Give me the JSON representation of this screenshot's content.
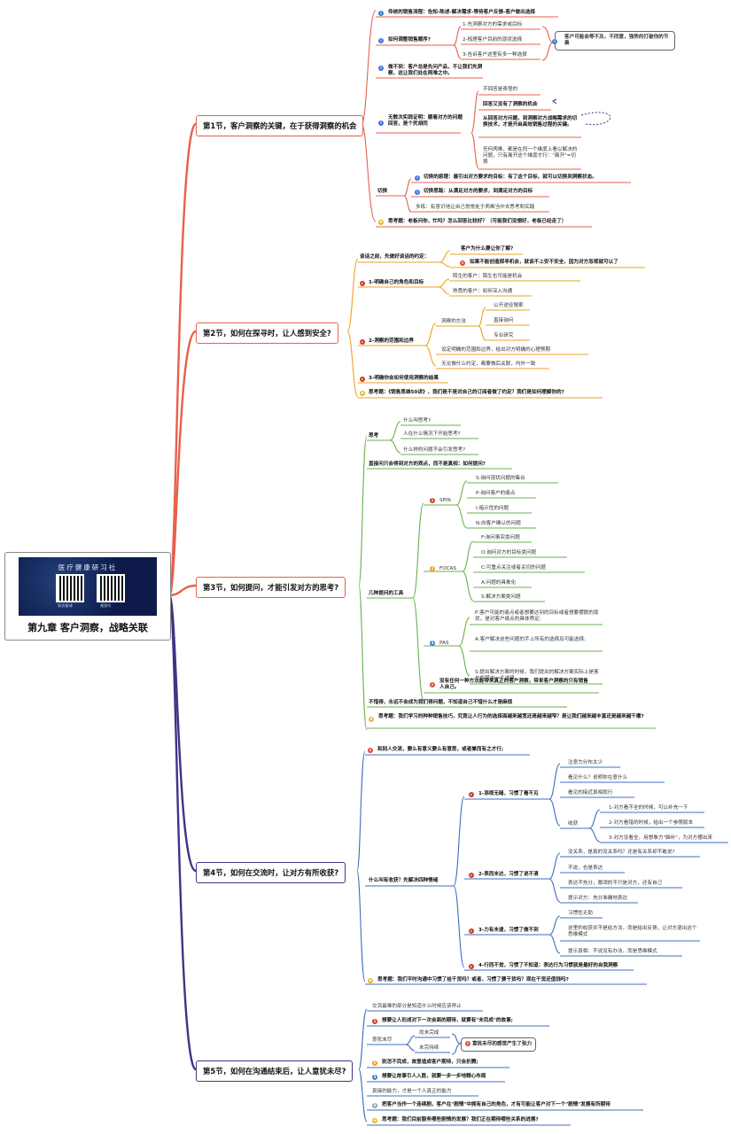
{
  "root": {
    "banner_title": "医疗健康研习社",
    "qr_left_caption": "知识星球",
    "qr_right_caption": "视频号",
    "title": "第九章 客户洞察，战略关联"
  },
  "colors": {
    "red_branch": "#e8604c",
    "blue_branch": "#3d3585",
    "underline_green": "#6ab04c",
    "underline_orange": "#f0a020",
    "underline_red": "#e8604c",
    "underline_blue": "#3d6cc4"
  },
  "s1": {
    "title": "第1节，客户洞察的关键，在于获得洞察的机会",
    "n1": "传统的销售流程：告知-陈述-解决需求-等待客户反馈-客户做出选择",
    "n2": "如何调整销售顺序?",
    "n2a": "1-先洞察对方的需求或目标",
    "n2b": "2-梳理客户目前的现状选择",
    "n2c": "3-告诉客户这里有多一种选择",
    "n2_callout": "客户可能会等不及，不同意，强势的打破你的节奏",
    "n3": "做不到：客户总是先问产品，不让我们先洞察，这让我们处在两难之中。",
    "n4": "无数次实践证明：顺着对方的问题回答，是个死胡同",
    "n4a": "不回答是奇怪的",
    "n4b": "回答又没有了洞察的机会",
    "n4c": "从回答对方问题，到洞察对方战略需求的切换技术，才是开启高效销售过程的关键。",
    "n4d": "任何两难，都是在同一个维度上看以解决的问题，只有离开这个维度才行：\"离开\"=切换",
    "n5": "切换",
    "n5a": "切换的原理：最引出对方要求的目标：有了这个目标，就可以切换到洞察状态。",
    "n5b": "切换思路：从满足对方的要求，到满足对方的目标",
    "n5c": "多练：有意识地让自己常常处于两难当中去思考和实践",
    "think": "思考题：老板问你，忙吗？怎么回答比较好？（可能我们没想好，老板已经走了）"
  },
  "s2": {
    "title": "第2节，如何在探寻时，让人感到安全?",
    "n1": "谈话之前，先做好谈话的约定：",
    "n1a": "客户为什么要让你了解?",
    "n1b": "如果不能创造探寻机会，就谈不上安不安全，因为对方忽视就可以了",
    "n2": "1-明确自己的角色和目标",
    "n2a": "陌生的客户：陌生也可能是机会",
    "n2b": "熟悉的客户：如何深入沟通",
    "n3": "2-洞察的范围和边界",
    "n3a": "洞察的方法",
    "n3a1": "公开途径搜索",
    "n3a2": "直接询问",
    "n3a3": "专业研究",
    "n3b": "设定明确的范围和边界，给出对方明确的心理预期",
    "n3c": "无论做什么约定，都要做后关联，内外一致",
    "n4": "3-明确你会如何使用洞察的结果",
    "think": "思考题：《销售思维50讲》，我们是不是对自己的订阅者做了约定？我们是如何理解你的?"
  },
  "s3": {
    "title": "第3节，如何提问，才能引发对方的思考?",
    "n1": "思考",
    "n1a": "什么叫思考?",
    "n1b": "人在什么情况下开始思考?",
    "n1c": "什么样的问题不会引发思考?",
    "n2": "直接问只会得到对方的观点，而不是真相：如何提问?",
    "n3": "几种提问的工具",
    "spin": "SPIN",
    "spin1": "S:询问现状问题的集合",
    "spin2": "P:询问客户的痛点",
    "spin3": "I:暗示性的问题",
    "spin4": "N:向客户确认的问题",
    "focas": "FOCAS",
    "focas1": "F:询问事实类问题",
    "focas2": "O:询问对方的目标类问题",
    "focas3": "C:可重点关注或者关切的问题",
    "focas4": "A:问题的具象化",
    "focas5": "S:解决方案类问题",
    "pas": "PAS",
    "pas1": "P:客户可能的痛点或者想要达到的目标或者想要摆脱的现状，是对客户痛点的具体界定;",
    "pas2": "A:客户解决这些问题的手上所有的选择及可能选择;",
    "pas3": "S:提出解决方案的时候，我们提出的解决方案实际上是客户的其中一个选择。",
    "n4": "没有任何一种方法能带来真正的客户洞察，带来客户洞察的只有销售人自己。",
    "n5": "不惜得，永远不会成为我们得问题，不知道自己不惜什么才是麻烦",
    "think": "思考题：我们学习的种种销售技巧，究竟让人行为的选择面越来越宽还是越来越窄？是让我们越来越丰富还是越来越干瘪?"
  },
  "s4": {
    "title": "第4节，如何在交流时，让对方有所收获?",
    "n0": "和别人交流，要么有意义要么有意思，或者兼而有之才行;",
    "n1": "什么叫有收获？先解决四种情绪",
    "g1": "1-添视无睹，习惯了看不见",
    "g1a": "注意力分布太少",
    "g1b": "看见什么？说明你在意什么",
    "g1c": "看见的接近真相就行",
    "g1d": "收获",
    "g1d1": "1-对方看不全的时候，可以补充一下",
    "g1d2": "2-对方看错的时候，给出一个参照版本",
    "g1d3": "3-对方没看全，用想象力\"脑补\"，为对方摆出来",
    "g2": "2-表而未达，习惯了说不清",
    "g2a": "没关系，是真的没关系吗？还是有关系却不敢说?",
    "g2b": "不说，也是表达",
    "g2c": "表达不充分，歌颂的不只是对方，还有自己",
    "g2d": "提示对方：充分准确地表达",
    "g3": "3-力有未逮，习惯了做不到",
    "g3a": "习惯性无助",
    "g3b": "这里的收获并不是给方法，而是给出反馈，让对方退出这个思维模式",
    "g3c": "提示真相：不说没有办法，而是思维模式",
    "g4": "4-行而不觉，习惯了不知道：表达行为习惯就是最好的自我洞察",
    "think": "思考题：我们平时沟通中习惯了给干货吗？或者，习惯了要干货吗？现在干货还值钱吗?"
  },
  "s5": {
    "title": "第5节，如何在沟通结束后，让人意犹未尽?",
    "n0": "交流最难的部分是知道什么时候应该停止",
    "n1": "想要让人形成对下一次会面的期待，就要有\"未完成\"的故事;",
    "n2": "意犹未尽",
    "n2a": "尚未完成",
    "n2b": "未完待续",
    "n2_callout": "意犹未尽的感觉产生了张力",
    "n3": "别怎不完成，故意造成客户期待，只会折腾;",
    "n4": "想要让故事引人入胜，就要一步一步地精心布局",
    "n5": "真接的能力，才是一个人真正的能力",
    "n6": "把客户当作一个连续剧，客户在\"剧情\"中拥有自己的角色，才有可能让客户对下一个\"剧情\"发展有所期待",
    "think": "思考题：我们目前服务哪些剧情的发展？我们正在期待哪些关系的进展?"
  }
}
